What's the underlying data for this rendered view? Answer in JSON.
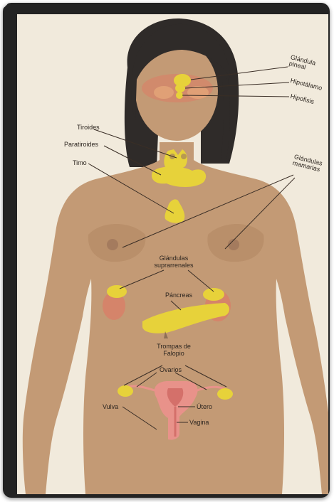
{
  "labels": {
    "pineal": "Glándula pineal",
    "hipotalamo": "Hipotálamo",
    "hipofisis": "Hipofisis",
    "tiroides": "Tiroides",
    "paratiroides": "Paratiroides",
    "timo": "Timo",
    "mamarias": "Glándulas mamarias",
    "suprarrenales": "Glándulas suprarrenales",
    "pancreas": "Páncreas",
    "trompas": "Trompas de Falopio",
    "ovarios": "Ovarios",
    "utero": "Útero",
    "vulva": "Vulva",
    "vagina": "Vagina"
  },
  "colors": {
    "skin": "#c39a75",
    "hair": "#2f2b29",
    "gland": "#e7d23a",
    "flush": "#d5846a",
    "uterus": "#e8928a",
    "line": "#3a2e26"
  }
}
